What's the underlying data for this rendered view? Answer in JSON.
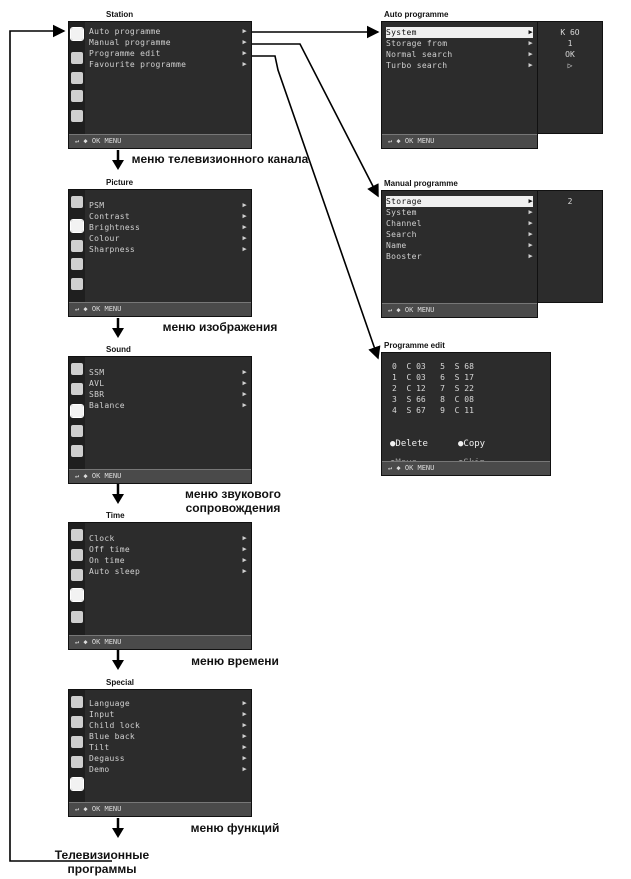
{
  "bottom_bar": "↵ ◆ OK MENU",
  "menus": {
    "station": {
      "title": "Station",
      "items": [
        "Auto programme",
        "Manual programme",
        "Programme edit",
        "Favourite programme"
      ],
      "caption": "меню телевизионного канала"
    },
    "picture": {
      "title": "Picture",
      "items": [
        "PSM",
        "Contrast",
        "Brightness",
        "Colour",
        "Sharpness"
      ],
      "caption": "меню изображения"
    },
    "sound": {
      "title": "Sound",
      "items": [
        "SSM",
        "AVL",
        "SBR",
        "Balance"
      ],
      "caption": "меню звукового сопровождения"
    },
    "time": {
      "title": "Time",
      "items": [
        "Clock",
        "Off time",
        "On time",
        "Auto sleep"
      ],
      "caption": "меню времени"
    },
    "special": {
      "title": "Special",
      "items": [
        "Language",
        "Input",
        "Child lock",
        "Blue back",
        "Tilt",
        "Degauss",
        "Demo"
      ],
      "caption": "меню функций"
    }
  },
  "auto_programme": {
    "title": "Auto programme",
    "items": [
      "System",
      "Storage from",
      "Normal search",
      "Turbo search"
    ],
    "values": [
      "К 6О",
      "1",
      "ОК",
      "▷"
    ]
  },
  "manual_programme": {
    "title": "Manual programme",
    "items": [
      "Storage",
      "System",
      "Channel",
      "Search",
      "Name",
      "Booster"
    ],
    "values": [
      "2"
    ]
  },
  "programme_edit": {
    "title": "Programme edit",
    "rows": [
      "0  C 03   5  S 68",
      "1  C 03   6  S 17",
      "2  C 12   7  S 22",
      "3  S 66   8  C 08",
      "4  S 67   9  C 11"
    ],
    "actions": [
      "●Delete",
      "●Copy",
      "●Move",
      "●Skip"
    ]
  },
  "bottom_caption": "Телевизионные программы"
}
